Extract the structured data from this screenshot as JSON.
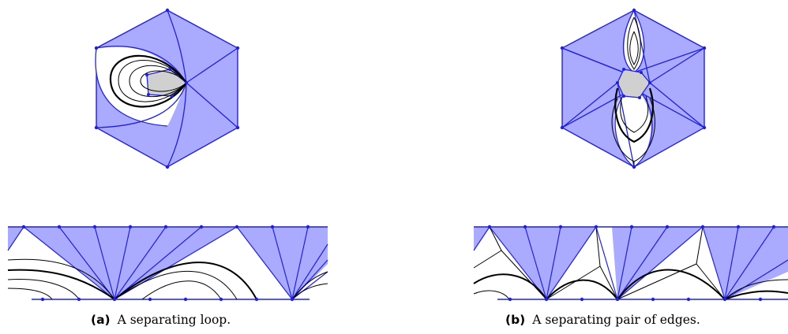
{
  "colors": {
    "triangle_fill": "#aaaaff",
    "edge_blue": "#2020e0",
    "vertex_blue": "#1f1fe8",
    "face_gray": "#d0d0d0",
    "curve_black": "#000000"
  },
  "panel_a": {
    "caption_label": "(a)",
    "caption_text": "A separating loop."
  },
  "panel_b": {
    "caption_label": "(b)",
    "caption_text": "A separating pair of edges."
  }
}
